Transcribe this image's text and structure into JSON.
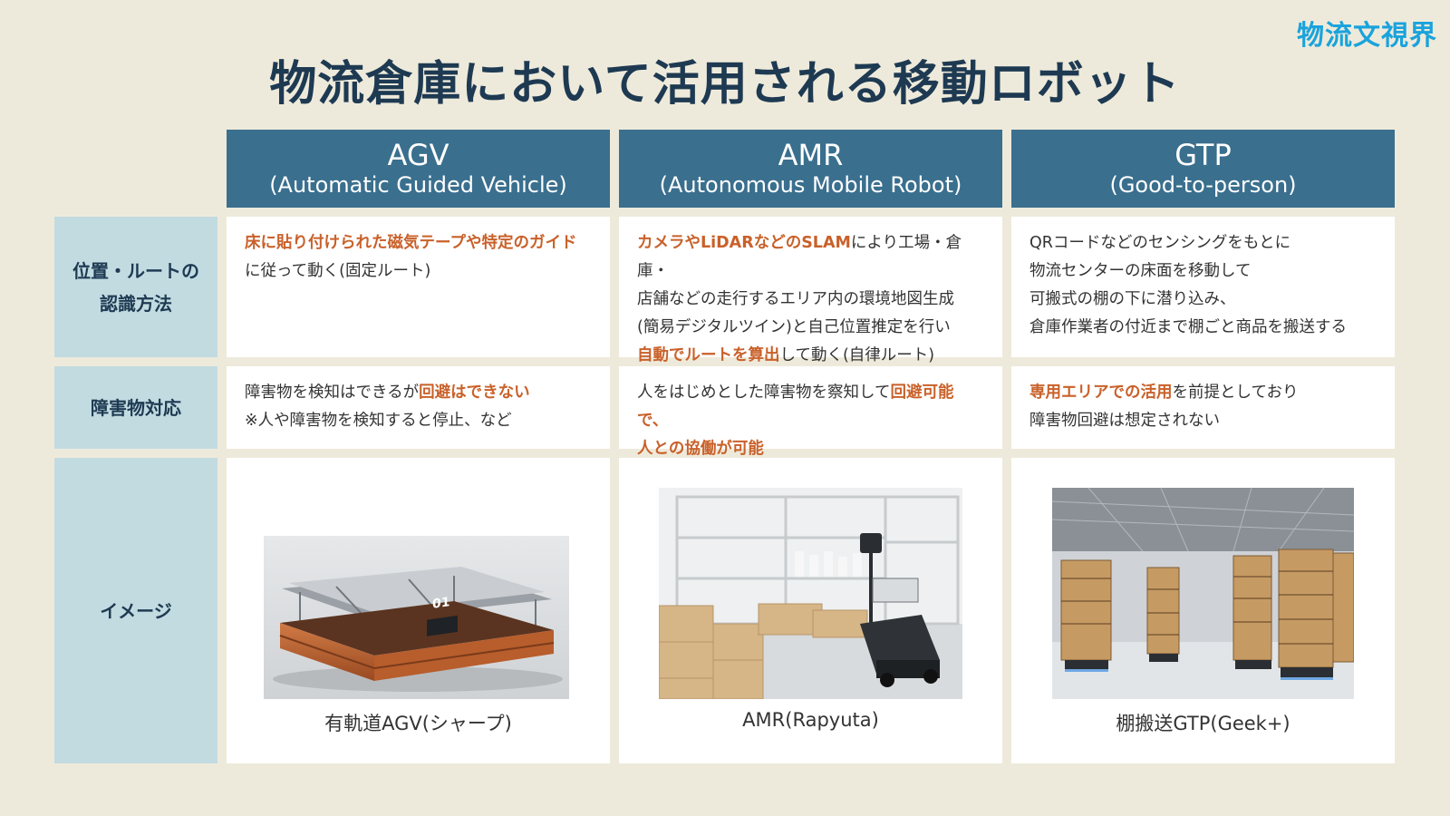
{
  "brand": "物流文視界",
  "title": "物流倉庫において活用される移動ロボット",
  "columns": [
    {
      "name": "AGV",
      "full": "(Automatic Guided Vehicle)"
    },
    {
      "name": "AMR",
      "full": "(Autonomous Mobile Robot)"
    },
    {
      "name": "GTP",
      "full": "(Good-to-person)"
    }
  ],
  "rows": {
    "recognition": {
      "label_line1": "位置・ルートの",
      "label_line2": "認識方法",
      "agv": {
        "hl1": "床に貼り付けられた磁気テープや特定のガイド",
        "text1": "に従って動く(固定ルート)"
      },
      "amr": {
        "hl1": "カメラやLiDARなどのSLAM",
        "text1": "により工場・倉庫・",
        "text2": "店舗などの走行するエリア内の環境地図生成",
        "text3": "(簡易デジタルツイン)と自己位置推定を行い",
        "hl2": "自動でルートを算出",
        "text4": "して動く(自律ルート)"
      },
      "gtp": {
        "line1": "QRコードなどのセンシングをもとに",
        "line2": "物流センターの床面を移動して",
        "line3": "可搬式の棚の下に潜り込み、",
        "line4": "倉庫作業者の付近まで棚ごと商品を搬送する"
      }
    },
    "obstacle": {
      "label": "障害物対応",
      "agv": {
        "text1": "障害物を検知はできるが",
        "hl1": "回避はできない",
        "text2": "※人や障害物を検知すると停止、など"
      },
      "amr": {
        "text1": "人をはじめとした障害物を察知して",
        "hl1": "回避可能で、",
        "hl2": "人との協働が可能"
      },
      "gtp": {
        "hl1": "専用エリアでの活用",
        "text1": "を前提としており",
        "text2": "障害物回避は想定されない"
      }
    },
    "image": {
      "label": "イメージ",
      "agv_caption": "有軌道AGV(シャープ)",
      "amr_caption": "AMR(Rapyuta)",
      "gtp_caption": "棚搬送GTP(Geek+)"
    }
  },
  "colors": {
    "background": "#eeeadb",
    "header": "#3a6f8e",
    "row_label": "#c2dbe1",
    "highlight": "#c9612a",
    "title": "#1e3a52",
    "brand": "#1aa3dc"
  }
}
